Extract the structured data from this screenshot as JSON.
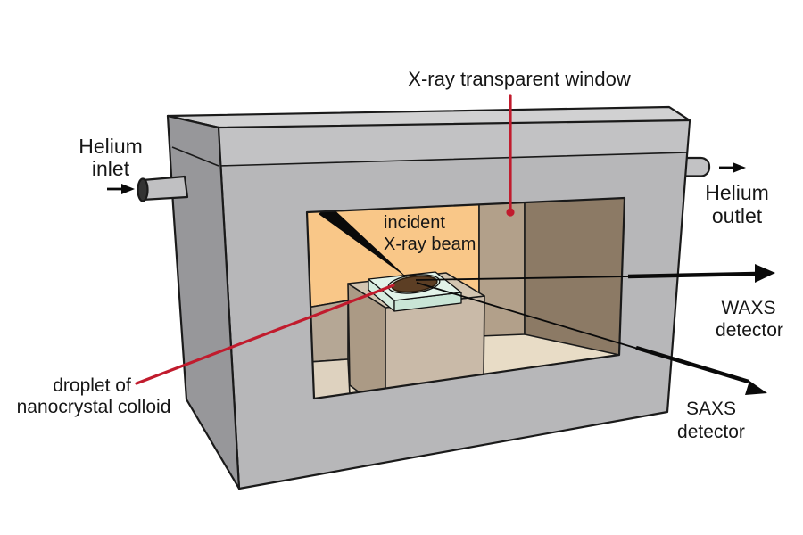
{
  "figure": {
    "description": "Cutaway schematic of a helium-purged sample chamber for simultaneous SAXS/WAXS X-ray scattering from a drying droplet"
  },
  "labels": {
    "helium_inlet": {
      "line1": "Helium",
      "line2": "inlet"
    },
    "helium_outlet": {
      "line1": "Helium",
      "line2": "outlet"
    },
    "window": {
      "text": "X-ray transparent window"
    },
    "incident_beam": {
      "line1": "incident",
      "line2": "X-ray beam"
    },
    "droplet": {
      "line1": "droplet of",
      "line2": "nanocrystal colloid"
    },
    "waxs": {
      "line1": "WAXS",
      "line2": "detector"
    },
    "saxs": {
      "line1": "SAXS",
      "line2": "detector"
    }
  },
  "colors": {
    "red": "#c11b2d",
    "ink": "#161616",
    "box_gray": "#b7b7b9",
    "box_lid": "#c2c2c4",
    "box_top": "#d1d1d2",
    "box_side": "#97979a",
    "pipe_gray": "#c0c0c2",
    "pipe_cap": "#333333",
    "window_orange": "#f9c788",
    "wall_tan": "#b2a08a",
    "wall_brown": "#8c7a65",
    "floor_tan": "#e8dcc6",
    "block_upper": "#b5a795",
    "block_lower": "#ded2bf",
    "pedestal_side": "#ab9a85",
    "pedestal_front": "#c9baa8",
    "pedestal_top": "#d3c5b1",
    "slab_top": "#e2f3e9",
    "slab_left": "#d6ecdf",
    "slab_right": "#c9e5d6",
    "well_mint": "#dcefe4",
    "droplet_brown": "#5c3e24",
    "beam_black": "#0a0a0a"
  }
}
